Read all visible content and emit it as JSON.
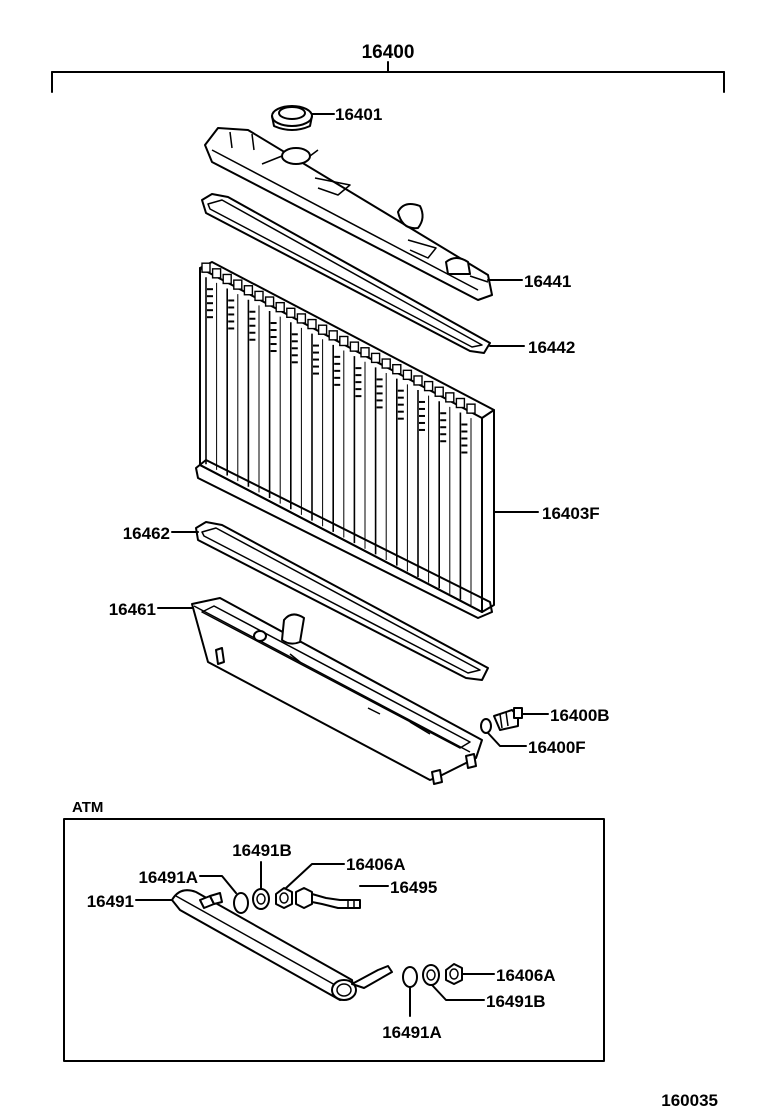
{
  "diagram": {
    "assembly_number": "16400",
    "section_label": "ATM",
    "drawing_number": "160035",
    "callouts": {
      "radiator_cap": "16401",
      "upper_tank": "16441",
      "upper_gasket": "16442",
      "core": "16403F",
      "lower_gasket": "16462",
      "lower_tank": "16461",
      "drain_cock_plug": "16400B",
      "drain_oring": "16400F",
      "atm_washer_b_top": "16491B",
      "atm_nut_top": "16406A",
      "atm_oring_top": "16491A",
      "atm_pipe": "16495",
      "atm_cooler": "16491",
      "atm_nut_bottom": "16406A",
      "atm_washer_b_bottom": "16491B",
      "atm_oring_bottom": "16491A"
    }
  }
}
